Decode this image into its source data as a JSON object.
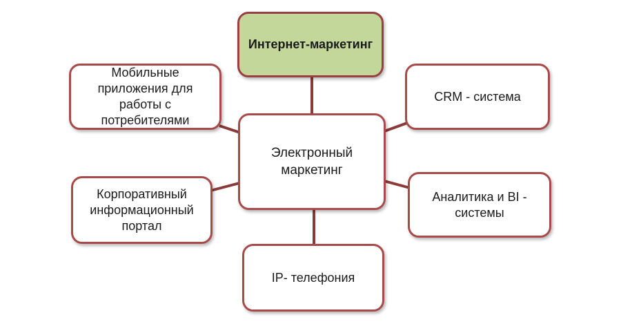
{
  "diagram": {
    "center": "Электронный\nмаркетинг",
    "top": "Интернет-маркетинг",
    "top_left": "Мобильные\nприложения для\nработы с\nпотребителями",
    "top_right": "CRM - система",
    "bottom_left": "Корпоративный\nинформационный\nпортал",
    "bottom_right": "Аналитика и BI -\nсистемы",
    "bottom": "IP- телефония"
  },
  "colors": {
    "node_border": "#a84a4a",
    "connector": "#8b3a3a",
    "highlight_fill": "#c4d79b",
    "node_fill": "#ffffff"
  }
}
